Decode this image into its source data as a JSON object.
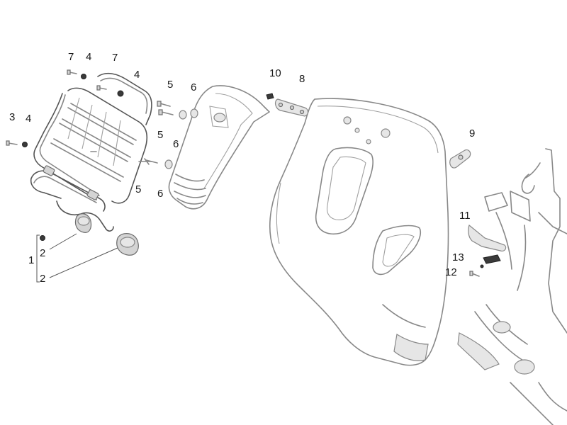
{
  "callouts": [
    {
      "id": "c7a",
      "text": "7"
    },
    {
      "id": "c4a",
      "text": "4"
    },
    {
      "id": "c7b",
      "text": "7"
    },
    {
      "id": "c4b",
      "text": "4"
    },
    {
      "id": "c3",
      "text": "3"
    },
    {
      "id": "c4c",
      "text": "4"
    },
    {
      "id": "c5a",
      "text": "5"
    },
    {
      "id": "c6a",
      "text": "6"
    },
    {
      "id": "c5b",
      "text": "5"
    },
    {
      "id": "c6b",
      "text": "6"
    },
    {
      "id": "c5c",
      "text": "5"
    },
    {
      "id": "c6c",
      "text": "6"
    },
    {
      "id": "c1",
      "text": "1"
    },
    {
      "id": "c2a",
      "text": "2"
    },
    {
      "id": "c2b",
      "text": "2"
    },
    {
      "id": "c10",
      "text": "10"
    },
    {
      "id": "c8",
      "text": "8"
    },
    {
      "id": "c9",
      "text": "9"
    },
    {
      "id": "c11",
      "text": "11"
    },
    {
      "id": "c13",
      "text": "13"
    },
    {
      "id": "c12",
      "text": "12"
    }
  ]
}
